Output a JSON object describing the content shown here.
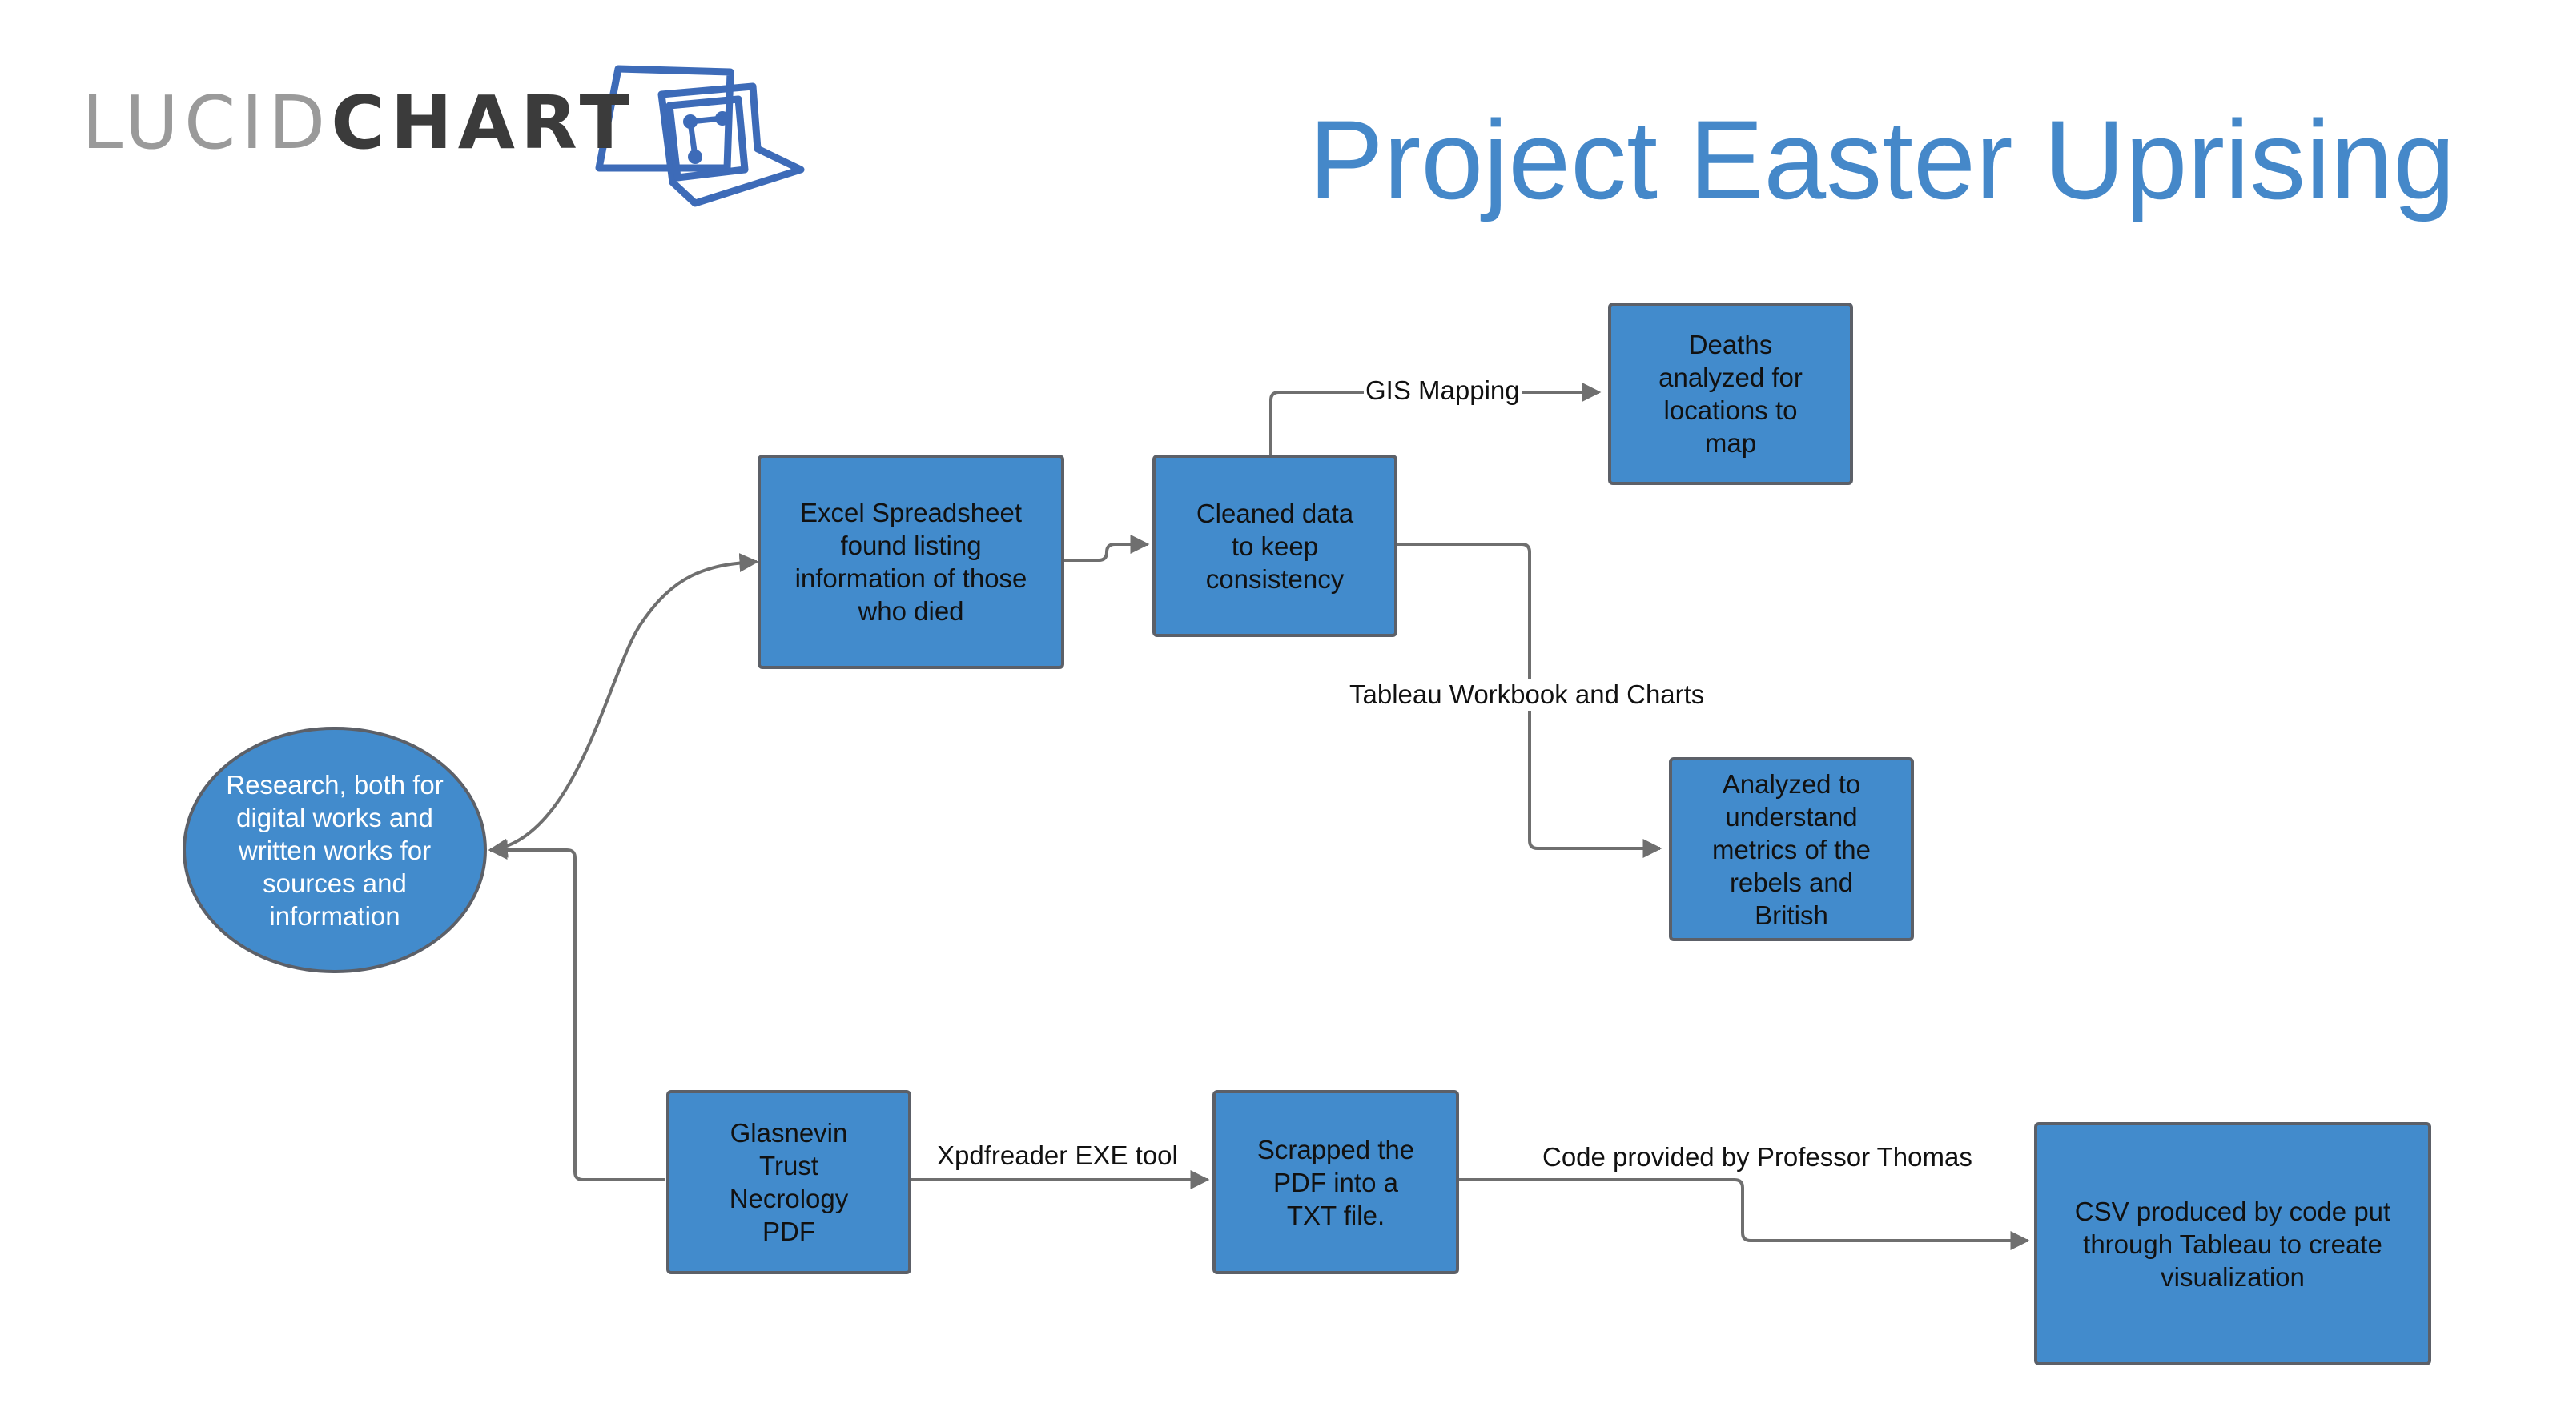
{
  "logo": {
    "wordmark_light": "LUCID",
    "wordmark_bold": "CHART",
    "icon": "lucidchart-logo-icon"
  },
  "title": "Project Easter Uprising",
  "colors": {
    "node_fill": "#428bcc",
    "node_border": "#5c6068",
    "title": "#4588c9",
    "edge": "#6f6f6f",
    "logo_icon": "#3d6bb8"
  },
  "nodes": {
    "research": [
      "Research, both for",
      "digital works and",
      "written works for",
      "sources and",
      "information"
    ],
    "excel": [
      "Excel Spreadsheet",
      "found listing",
      "information of those",
      "who died"
    ],
    "cleaned": [
      "Cleaned data",
      "to keep",
      "consistency"
    ],
    "deaths": [
      "Deaths",
      "analyzed for",
      "locations to",
      "map"
    ],
    "metrics": [
      "Analyzed to",
      "understand",
      "metrics of the",
      "rebels and",
      "British"
    ],
    "glasnevin": [
      "Glasnevin",
      "Trust",
      "Necrology",
      "PDF"
    ],
    "scrapped": [
      "Scrapped the",
      "PDF into a",
      "TXT file."
    ],
    "csv": [
      "CSV produced by code put",
      "through Tableau to create",
      "visualization"
    ]
  },
  "edge_labels": {
    "gis": "GIS Mapping",
    "tableau": "Tableau Workbook and Charts",
    "xpdf": "Xpdfreader EXE tool",
    "code": "Code provided by Professor Thomas"
  }
}
